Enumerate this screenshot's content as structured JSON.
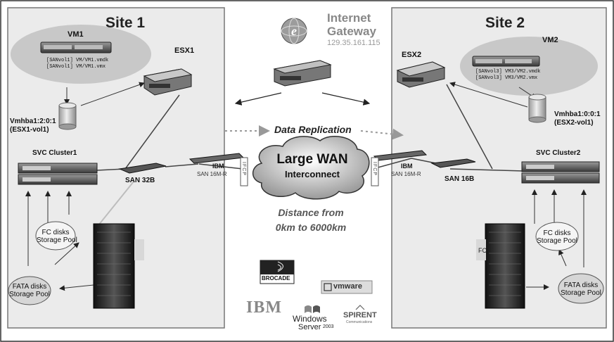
{
  "site1": {
    "title": "Site 1",
    "vm": "VM1",
    "esx": "ESX1",
    "vmfiles": [
      "[SANvol1] VM/VM1.vmdk",
      "[SANvol1] VM/VM1.vmx"
    ],
    "volume": [
      "Vmhba1:2:0:1",
      "(ESX1-vol1)"
    ],
    "cluster": "SVC Cluster1",
    "san": "SAN 32B",
    "router": [
      "IBM",
      "SAN 16M-R"
    ],
    "fcip": "IFCP",
    "fc_pool": [
      "FC disks",
      "Storage Pool"
    ],
    "fata_pool": [
      "FATA disks",
      "Storage Pool"
    ]
  },
  "site2": {
    "title": "Site 2",
    "vm": "VM2",
    "esx": "ESX2",
    "vmfiles": [
      "[SANvol3] VM3/VM2.vmdk",
      "[SANvol3] VM3/VM2.vmx"
    ],
    "volume": [
      "Vmhba1:0:0:1",
      "(ESX2-vol1)"
    ],
    "cluster": "SVC Cluster2",
    "san": "SAN 16B",
    "router": [
      "IBM",
      "SAN 16M-R"
    ],
    "fcip": "IFCP",
    "fc_pool": [
      "FC disks",
      "Storage Pool"
    ],
    "fata_pool": [
      "FATA disks",
      "Storage Pool"
    ],
    "storage_tag": "FC"
  },
  "gateway": {
    "title": [
      "Internet",
      "Gateway"
    ],
    "ip": "129.35.161.115"
  },
  "replication": "Data Replication",
  "wan": [
    "Large WAN",
    "Interconnect"
  ],
  "distance": [
    "Distance from",
    "0km to 6000km"
  ],
  "vendors": {
    "brocade": "BROCADE",
    "vmware": "vmware",
    "ibm": "IBM",
    "windows": [
      "Windows",
      "Server",
      "2003"
    ],
    "spirent": "SPIRENT",
    "spirent_sub": "Communications"
  }
}
